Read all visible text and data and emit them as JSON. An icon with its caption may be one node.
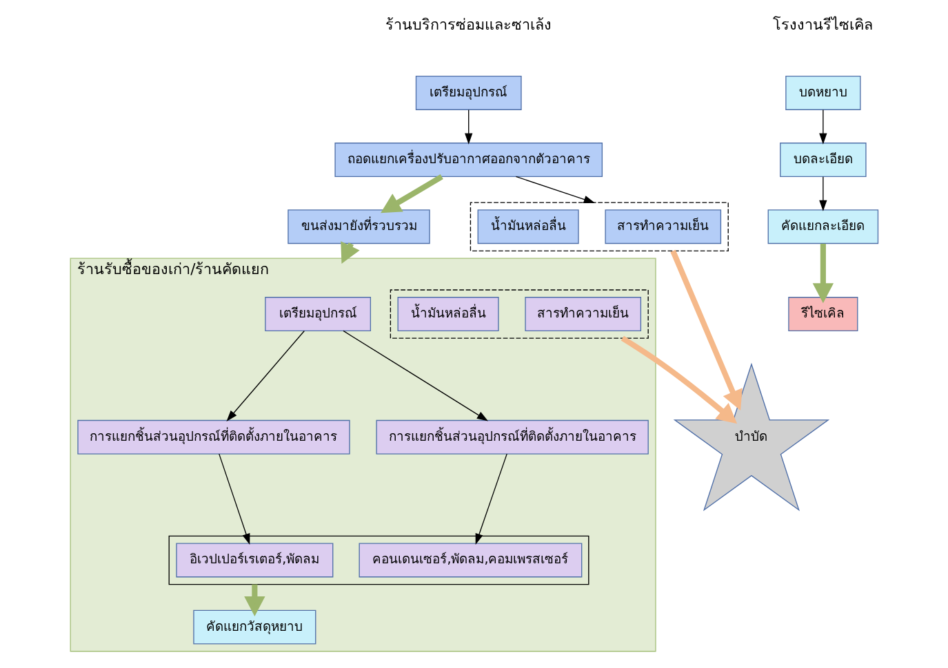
{
  "diagram": {
    "nodes": [
      {
        "text": [
          "เตรียมอุปกรณ์"
        ]
      },
      {
        "text": [
          "ถอดแยกเครื่องปรับอากาศออกจากตัวอาคาร"
        ]
      },
      {
        "text": [],
        "shape": "box"
      },
      {
        "text": [
          "สารทำความเย็น"
        ],
        "in": 2
      },
      {
        "text": [
          "น้ำมันหล่อลื่น"
        ],
        "in": 2
      },
      {
        "text": [
          "ขนส่งมายังที่รวบรวม"
        ]
      },
      {
        "text": [
          "ร้านรับซื้อของเก่า/ร้านคัดแยก"
        ]
      },
      {
        "text": [
          "เตรียมอุปกรณ์"
        ],
        "in": 6
      },
      {
        "text": [
          "การแยกชิ้นส่วนอุปกรณ์ที่ติดตั้งภายในอาคาร"
        ],
        "in": 6
      },
      {
        "text": [
          "การแยกชิ้นส่วนอุปกรณ์ที่ติดตั้งภายในอาคาร"
        ],
        "in": 6
      },
      {
        "text": [],
        "shape": "box",
        "in": 6
      },
      {
        "text": [
          "อิเวปเปอร์เรเตอร์,พัดลม"
        ],
        "in": 10
      },
      {
        "text": [
          "คอนเดนเซอร์,พัดลม,คอมเพรสเซอร์"
        ],
        "in": 10
      },
      {
        "text": [],
        "shape": "box",
        "in": 6
      },
      {
        "text": [
          "สารทำความเย็น"
        ],
        "in": 13
      },
      {
        "text": [
          "น้ำมันหล่อลื่น"
        ],
        "in": 13
      },
      {
        "text": [
          "คัดแยกวัสดุหยาบ"
        ],
        "in": 6
      },
      {
        "text": [
          "บดหยาบ"
        ]
      },
      {
        "text": [
          "บดละเอียด"
        ]
      },
      {
        "text": [
          "คัดแยกละเอียด"
        ]
      },
      {
        "text": [
          "รีไซเคิล"
        ]
      },
      {
        "text": [
          "บำบัด"
        ]
      }
    ],
    "edges": [
      {
        "from": 0,
        "to": 1,
        "arrow": "to"
      },
      {
        "from": 1,
        "to": 2,
        "arrow": "to"
      },
      {
        "from": 1,
        "to": 5,
        "arrow": "to",
        "style": "thick",
        "color": "#9bb56a"
      },
      {
        "from": 5,
        "to": 6,
        "arrow": "to",
        "style": "thick",
        "color": "#9bb56a"
      },
      {
        "from": 7,
        "to": 8,
        "arrow": "to"
      },
      {
        "from": 7,
        "to": 9,
        "arrow": "to"
      },
      {
        "from": 8,
        "to": 11,
        "arrow": "to"
      },
      {
        "from": 9,
        "to": 12,
        "arrow": "to"
      },
      {
        "from": 10,
        "to": 16,
        "arrow": "to",
        "style": "thick",
        "color": "#9bb56a"
      },
      {
        "from": 2,
        "to": 21,
        "arrow": "to",
        "style": "thick",
        "color": "#f5b98a"
      },
      {
        "from": 13,
        "to": 21,
        "arrow": "to",
        "style": "thick",
        "color": "#f5b98a"
      },
      {
        "from": 17,
        "to": 18,
        "arrow": "to"
      },
      {
        "from": 18,
        "to": 19,
        "arrow": "to"
      },
      {
        "from": 19,
        "to": 20,
        "arrow": "to",
        "style": "thick",
        "color": "#9bb56a"
      }
    ],
    "labels": [
      "ร้านบริการซ่อมและซาเล้ง",
      "โรงงานรีไซเคิล"
    ]
  }
}
